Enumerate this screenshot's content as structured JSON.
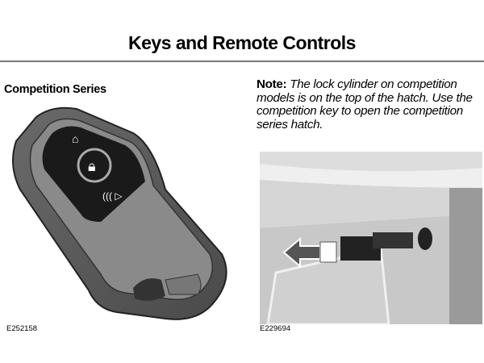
{
  "header": {
    "title": "Keys and Remote Controls"
  },
  "left": {
    "section_title": "Competition Series",
    "figure_caption": "E252158"
  },
  "right": {
    "note_label": "Note:",
    "note_text": "The lock cylinder on competition models is on the top of the hatch. Use the competition key to open the competition series hatch.",
    "figure_caption": "E229694"
  }
}
